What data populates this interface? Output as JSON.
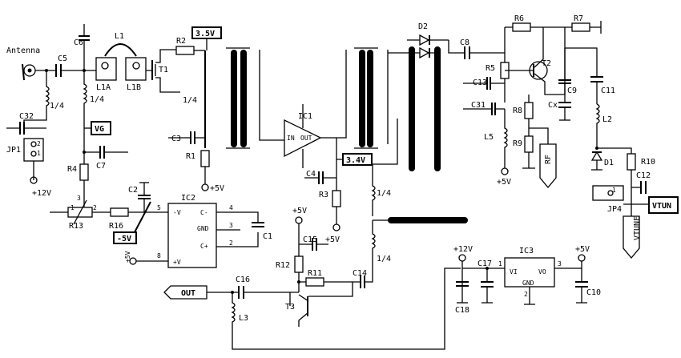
{
  "labels": {
    "antenna": "Antenna",
    "c5": "C5",
    "c6": "C6",
    "l1": "L1",
    "l1a": "L1A",
    "l1b": "L1B",
    "t1": "T1",
    "r2": "R2",
    "v35": "3.5V",
    "q1": "1/4",
    "q2": "1/4",
    "q3": "1/4",
    "q4": "1/4",
    "q5": "1/4",
    "c32": "C32",
    "jp1": "JP1",
    "jp1_p1": "1",
    "jp1_p2": "2",
    "v12a": "+12V",
    "vg": "VG",
    "c7": "C7",
    "r4": "R4",
    "c3": "C3",
    "r1": "R1",
    "v5a": "+5V",
    "ic1": "IC1",
    "ic1_in": "IN",
    "ic1_out": "OUT",
    "v34": "3.4V",
    "c4": "C4",
    "r3": "R3",
    "v5b": "+5V",
    "c2": "C2",
    "ic2": "IC2",
    "ic2_mv": "-V",
    "ic2_cm": "C-",
    "ic2_gnd": "GND",
    "ic2_cp": "C+",
    "ic2_pv": "+V",
    "p5": "5",
    "p4": "4",
    "p3": "3",
    "p2": "2",
    "p8": "8",
    "r13": "R13",
    "r13_1": "1",
    "r13_2": "2",
    "r13_3": "3",
    "r16": "R16",
    "m5v": "-5V",
    "c1": "C1",
    "v5c": "+5V",
    "c15": "C15",
    "r12": "R12",
    "r11": "R11",
    "c14": "C14",
    "t3": "T3",
    "v5d": "+5V",
    "out": "OUT",
    "c16": "C16",
    "l3": "L3",
    "d2": "D2",
    "c8": "C8",
    "r6": "R6",
    "r7": "R7",
    "r5": "R5",
    "t2": "T2",
    "c13": "C13",
    "c31": "C31",
    "c9": "C9",
    "cx": "Cx",
    "r8": "R8",
    "r9": "R9",
    "l5": "L5",
    "v5e": "+5V",
    "rf": "RF",
    "c11": "C11",
    "l2": "L2",
    "d1": "D1",
    "r10": "R10",
    "c12": "C12",
    "jp4": "JP4",
    "jp4_1": "1",
    "vtun": "VTUN",
    "vtune": "VTUNE",
    "ic3": "IC3",
    "ic3_vi": "VI",
    "ic3_vo": "VO",
    "ic3_gnd": "GND",
    "ic3_1": "1",
    "ic3_2": "2",
    "ic3_3": "3",
    "v12b": "+12V",
    "v5f": "+5V",
    "c17": "C17",
    "c18": "C18",
    "c10": "C10"
  }
}
